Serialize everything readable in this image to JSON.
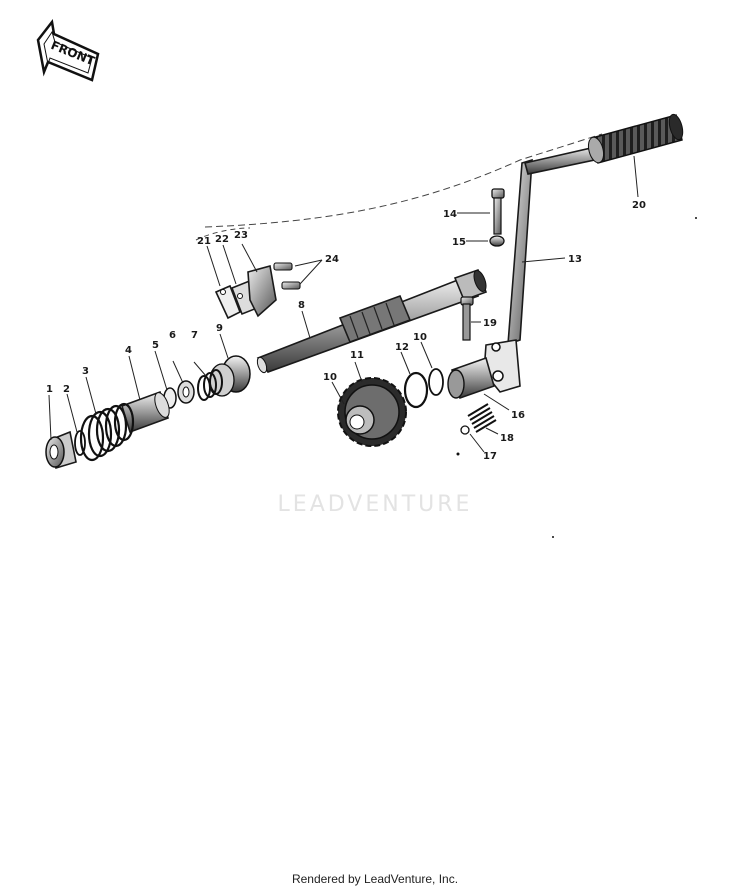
{
  "badge": {
    "text": "FRONT"
  },
  "watermark": {
    "text": "LEADVENTURE"
  },
  "footer": {
    "text": "Rendered by LeadVenture, Inc."
  },
  "callouts": [
    {
      "id": "c1",
      "text": "1"
    },
    {
      "id": "c2",
      "text": "2"
    },
    {
      "id": "c3",
      "text": "3"
    },
    {
      "id": "c4",
      "text": "4"
    },
    {
      "id": "c5",
      "text": "5"
    },
    {
      "id": "c6",
      "text": "6"
    },
    {
      "id": "c7",
      "text": "7"
    },
    {
      "id": "c8",
      "text": "8"
    },
    {
      "id": "c9",
      "text": "9"
    },
    {
      "id": "c10a",
      "text": "10"
    },
    {
      "id": "c10b",
      "text": "10"
    },
    {
      "id": "c11",
      "text": "11"
    },
    {
      "id": "c12",
      "text": "12"
    },
    {
      "id": "c13",
      "text": "13"
    },
    {
      "id": "c14",
      "text": "14"
    },
    {
      "id": "c15",
      "text": "15"
    },
    {
      "id": "c16",
      "text": "16"
    },
    {
      "id": "c17",
      "text": "17"
    },
    {
      "id": "c18",
      "text": "18"
    },
    {
      "id": "c19",
      "text": "19"
    },
    {
      "id": "c20",
      "text": "20"
    },
    {
      "id": "c21",
      "text": "21"
    },
    {
      "id": "c22",
      "text": "22"
    },
    {
      "id": "c23",
      "text": "23"
    },
    {
      "id": "c24",
      "text": "24"
    }
  ]
}
